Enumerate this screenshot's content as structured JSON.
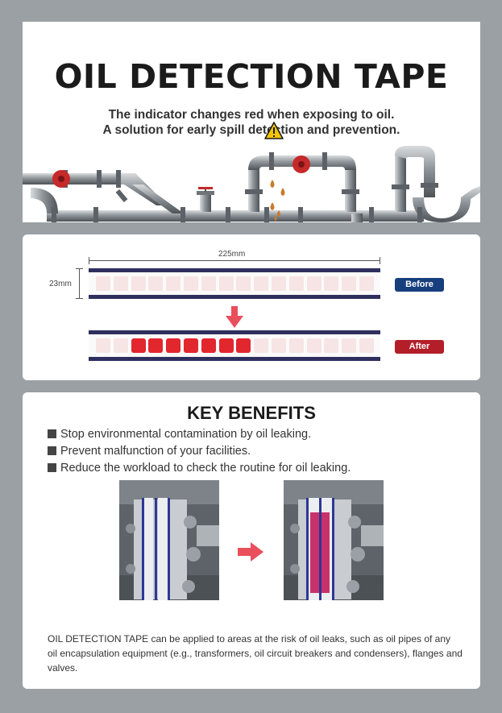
{
  "header": {
    "title": "OIL DETECTION TAPE",
    "subtitle_line1": "The indicator changes red when exposing to oil.",
    "subtitle_line2": "A solution for early spill detection and prevention."
  },
  "tape_diagram": {
    "width_label": "225mm",
    "height_label": "23mm",
    "before_label": "Before",
    "after_label": "After",
    "colors": {
      "stripe": "#2f2f5e",
      "before_tag": "#173f7d",
      "after_tag": "#b31e28",
      "indicator_red": "#e2262e"
    }
  },
  "benefits": {
    "title": "KEY BENEFITS",
    "items": [
      "Stop environmental contamination by oil leaking.",
      "Prevent malfunction of your facilities.",
      "Reduce the workload to check the routine for oil leaking."
    ]
  },
  "note": "OIL DETECTION TAPE can be applied to areas at the risk of oil leaks, such as oil pipes of any oil encapsulation equipment  (e.g., transformers, oil circuit breakers and condensers), flanges and valves."
}
